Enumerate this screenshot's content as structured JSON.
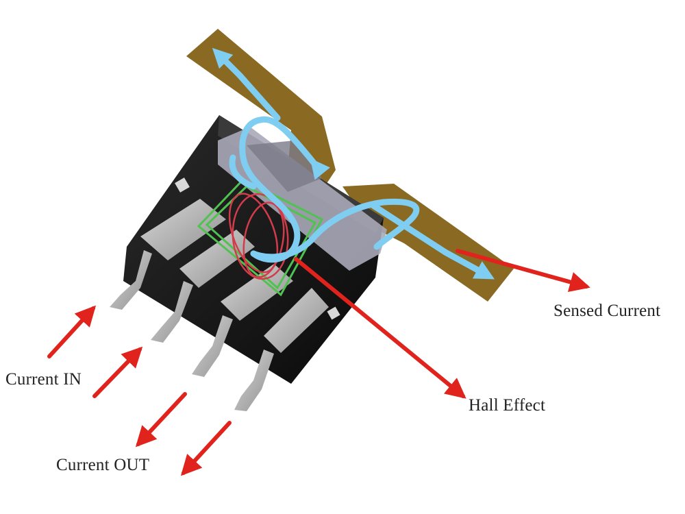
{
  "labels": {
    "current_in": "Current IN",
    "current_out": "Current OUT",
    "hall_effect": "Hall Effect",
    "sensed_current": "Sensed Current"
  },
  "colors": {
    "arrow": "#e0231c",
    "current_flow": "#7fcdf0",
    "pcb_trace": "#8a6a22",
    "package": "#141414",
    "pins": "#b9b9b9",
    "hall_coil": "#d23c4a",
    "sensor_frame": "#4fc24f"
  },
  "icons": [
    "current-flow-arrow",
    "red-pointer-arrow",
    "ic-package",
    "hall-sensor-coil"
  ]
}
